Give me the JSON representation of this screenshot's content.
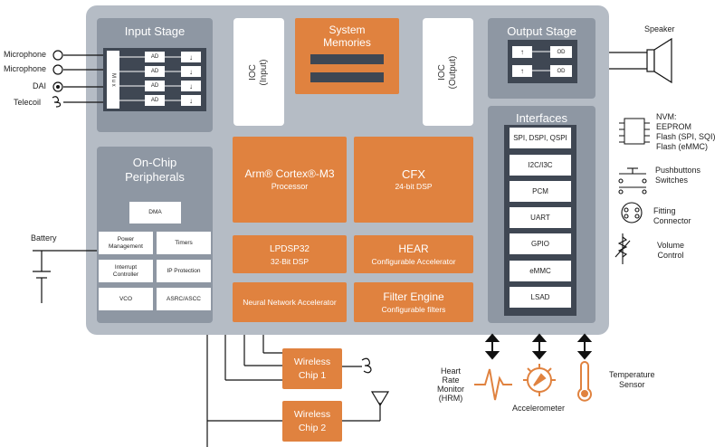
{
  "input_stage": {
    "title": "Input Stage",
    "mux_label": "M u x",
    "converters": [
      "AD",
      "AD",
      "AD",
      "AD"
    ],
    "arrows": [
      "↓",
      "↓",
      "↓",
      "↓"
    ]
  },
  "system_memories": {
    "title": "System\nMemories"
  },
  "ioc_input": {
    "label": "IOC\n(Input)"
  },
  "ioc_output": {
    "label": "IOC\n(Output)"
  },
  "output_stage": {
    "title": "Output Stage",
    "rows": [
      {
        "arrow": "↑",
        "label": "OD"
      },
      {
        "arrow": "↑",
        "label": "OD"
      }
    ]
  },
  "interfaces": {
    "title": "Interfaces",
    "items": [
      "SPI, DSPI, QSPI",
      "I2C/I3C",
      "PCM",
      "UART",
      "GPIO",
      "eMMC",
      "LSAD"
    ]
  },
  "on_chip_peripherals": {
    "title": "On-Chip\nPeripherals",
    "dma": "DMA",
    "cells": [
      "Power\nManagement",
      "Timers",
      "Interrupt\nController",
      "IP Protection",
      "VCO",
      "ASRC/ASCC"
    ]
  },
  "cores": {
    "cortex": {
      "title": "Arm® Cortex®-M3",
      "subtitle": "Processor"
    },
    "cfx": {
      "title": "CFX",
      "subtitle": "24-bit DSP"
    },
    "lpdsp": {
      "title": "LPDSP32",
      "subtitle": "32-Bit DSP"
    },
    "hear": {
      "title": "HEAR",
      "subtitle": "Configurable Accelerator"
    },
    "nna": {
      "title": "Neural Network Accelerator"
    },
    "filter": {
      "title": "Filter Engine",
      "subtitle": "Configurable filters"
    }
  },
  "wireless": {
    "chip1": "Wireless\nChip 1",
    "chip2": "Wireless\nChip 2"
  },
  "external_inputs": [
    "Microphone",
    "Microphone",
    "DAI",
    "Telecoil"
  ],
  "battery": "Battery",
  "speaker": "Speaker",
  "nvm": "NVM:\nEEPROM\nFlash (SPI, SQI)\nFlash (eMMC)",
  "pushbuttons": "Pushbuttons\nSwitches",
  "fitting": "Fitting\nConnector",
  "volume": "Volume\nControl",
  "hrm": "Heart\nRate\nMonitor\n(HRM)",
  "accelerometer": "Accelerometer",
  "temperature": "Temperature\nSensor",
  "colors": {
    "orange": "#e0823f",
    "chip_bg": "#b5bcc5",
    "panel": "#8e97a3"
  }
}
